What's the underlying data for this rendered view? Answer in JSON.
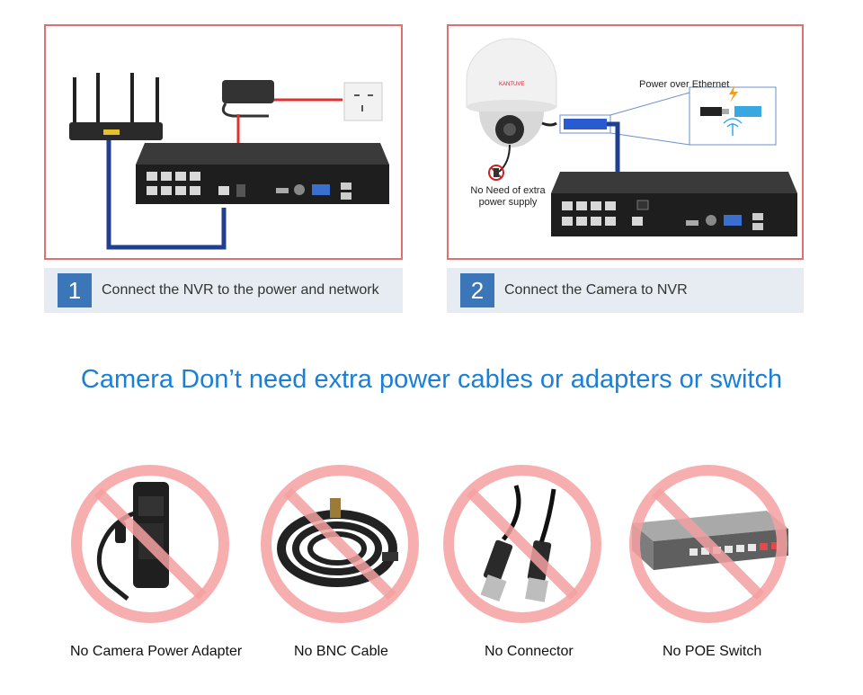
{
  "steps": [
    {
      "number": "1",
      "text": "Connect the NVR to the power and network"
    },
    {
      "number": "2",
      "text": "Connect the Camera to NVR"
    }
  ],
  "diagram2": {
    "poe_label": "Power over Ethernet",
    "no_power_line1": "No Need of extra",
    "no_power_line2": "power supply",
    "camera_brand": "KANTUVE"
  },
  "headline": "Camera Don’t need extra power cables or adapters or switch",
  "not_needed": [
    {
      "label": "No Camera Power Adapter",
      "icon": "power-adapter-icon"
    },
    {
      "label": "No BNC Cable",
      "icon": "bnc-cable-icon"
    },
    {
      "label": "No Connector",
      "icon": "bnc-connector-icon"
    },
    {
      "label": "No POE Switch",
      "icon": "poe-switch-icon"
    }
  ],
  "colors": {
    "accent": "#1a7fd6",
    "step_badge": "#3b76b8",
    "panel_border": "#e07070",
    "prohibit": "#f4a0a0",
    "cable_blue": "#1f3f8f",
    "cable_red": "#e03030"
  }
}
